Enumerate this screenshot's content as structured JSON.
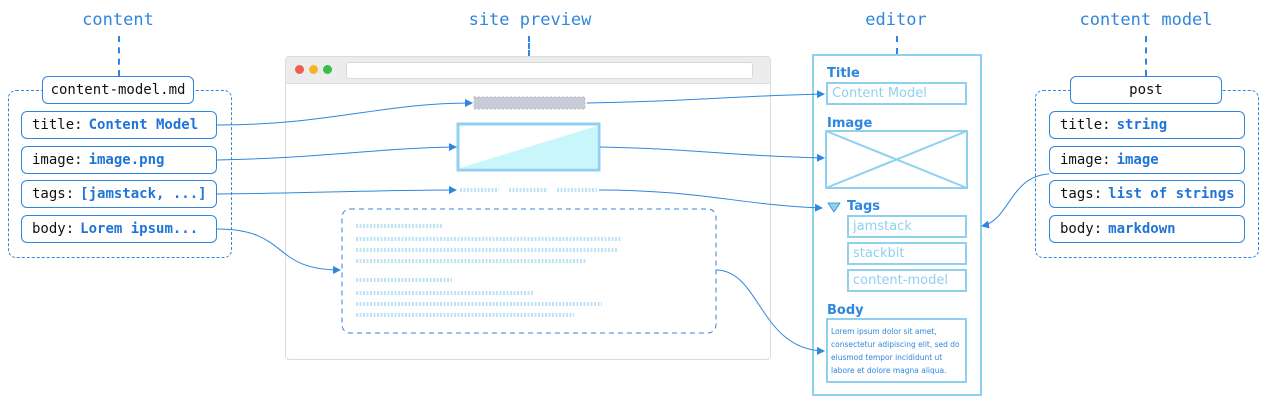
{
  "headers": {
    "content": "content",
    "site_preview": "site preview",
    "editor": "editor",
    "content_model": "content model"
  },
  "content_file": {
    "filename": "content-model.md",
    "fields": [
      {
        "key": "title:",
        "value": "Content Model"
      },
      {
        "key": "image:",
        "value": "image.png"
      },
      {
        "key": "tags:",
        "value": "[jamstack, ...]"
      },
      {
        "key": "body:",
        "value": "Lorem ipsum..."
      }
    ]
  },
  "model": {
    "name": "post",
    "fields": [
      {
        "key": "title:",
        "value": "string"
      },
      {
        "key": "image:",
        "value": "image"
      },
      {
        "key": "tags:",
        "value": "list of strings"
      },
      {
        "key": "body:",
        "value": "markdown"
      }
    ]
  },
  "editor": {
    "title_label": "Title",
    "title_value": "Content Model",
    "image_label": "Image",
    "tags_label": "Tags",
    "tags": [
      "jamstack",
      "stackbit",
      "content-model"
    ],
    "body_label": "Body",
    "body_text": "Lorem ipsum dolor sit amet, consectetur adipiscing elit, sed do eiusmod tempor incididunt ut labore et dolore magna aliqua."
  },
  "colors": {
    "accent": "#2f86de",
    "sketch": "#8fd0f0",
    "preview_fill": "#c8f6fb",
    "browser_red": "#f25b50",
    "browser_yellow": "#f5b42a",
    "browser_green": "#35c145"
  }
}
